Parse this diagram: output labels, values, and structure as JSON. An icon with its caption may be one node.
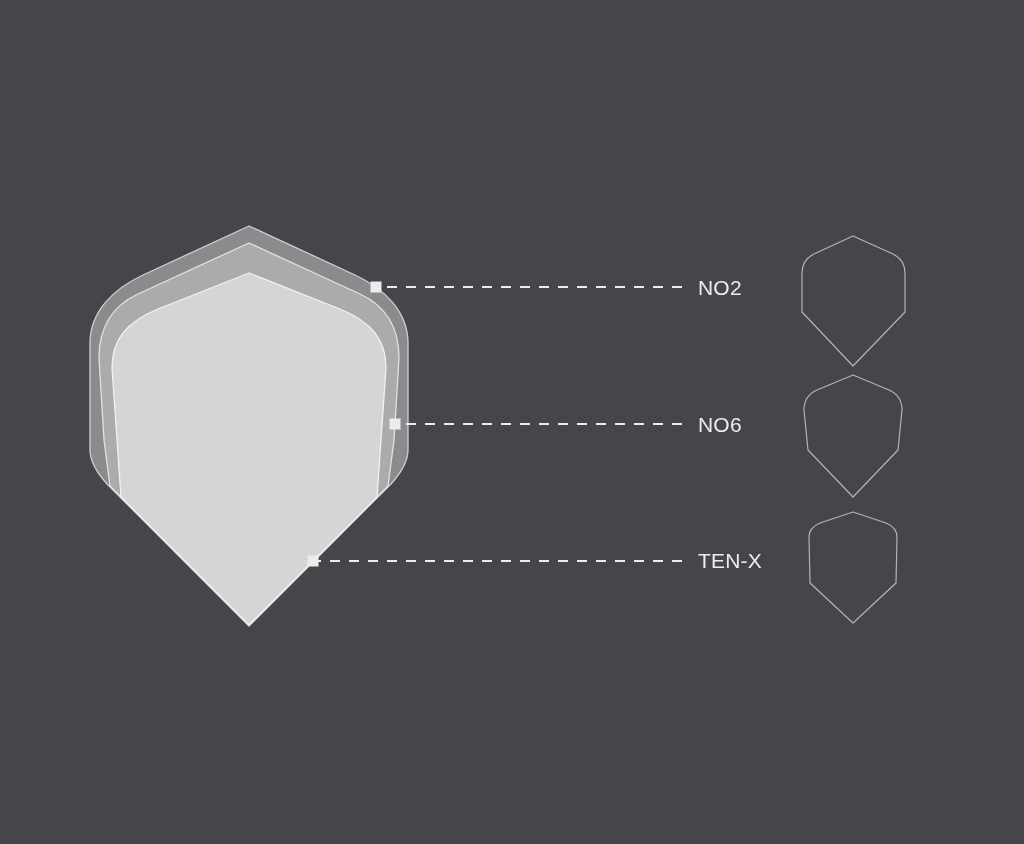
{
  "diagram": {
    "nodes": [
      {
        "text": [],
        "shape": "picture"
      },
      {
        "text": [],
        "shape": "picture",
        "in": 0
      },
      {
        "text": [],
        "shape": "picture",
        "in": 1
      },
      {
        "text": [
          "NO2"
        ]
      },
      {
        "text": [
          "NO6"
        ]
      },
      {
        "text": [
          "TEN-X"
        ]
      }
    ],
    "edges": [
      {
        "from": 3,
        "to": 0,
        "arrow": "other",
        "style": "dashed"
      },
      {
        "from": 4,
        "to": 1,
        "arrow": "other",
        "style": "dashed"
      },
      {
        "from": 5,
        "to": 2,
        "arrow": "other",
        "style": "dashed"
      }
    ]
  }
}
